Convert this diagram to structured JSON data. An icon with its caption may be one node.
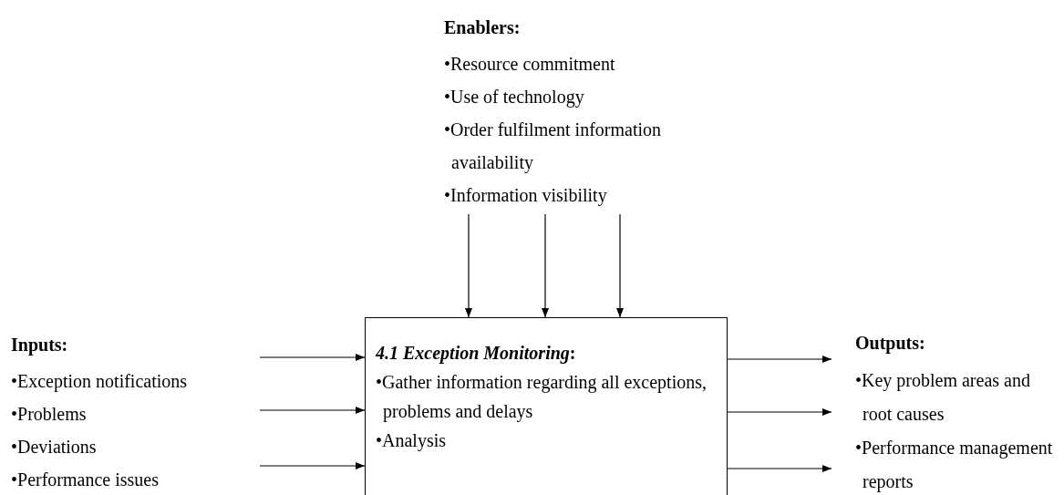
{
  "diagram": {
    "nodes": [
      {
        "text": [
          "Enablers:",
          "•Resource commitment",
          "•Use of technology",
          "•Order fulfilment information availability",
          "•Information visibility"
        ]
      },
      {
        "text": [
          "Inputs:",
          "•Exception notifications",
          "•Problems",
          "•Deviations",
          "•Performance issues"
        ]
      },
      {
        "text": [
          "*4.1 Exception Monitoring*:",
          "•Gather information regarding all exceptions, problems and delays",
          "•Analysis"
        ]
      },
      {
        "text": [
          "Outputs:",
          "•Key problem areas and root causes",
          "•Performance management reports"
        ]
      }
    ],
    "edges": [
      {
        "from": 0,
        "to": 2,
        "arrow": "to"
      },
      {
        "from": 0,
        "to": 2,
        "arrow": "to"
      },
      {
        "from": 0,
        "to": 2,
        "arrow": "to"
      },
      {
        "from": 1,
        "to": 2,
        "arrow": "to"
      },
      {
        "from": 1,
        "to": 2,
        "arrow": "to"
      },
      {
        "from": 1,
        "to": 2,
        "arrow": "to"
      },
      {
        "from": 2,
        "to": 3,
        "arrow": "to"
      },
      {
        "from": 2,
        "to": 3,
        "arrow": "to"
      },
      {
        "from": 2,
        "to": 3,
        "arrow": "to"
      }
    ]
  }
}
